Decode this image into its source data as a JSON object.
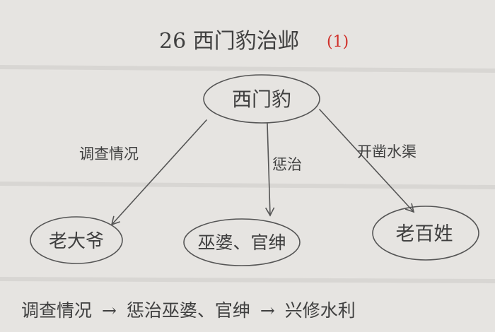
{
  "title": {
    "text": "26 西门豹治邺",
    "part": "(1)",
    "part_color": "#d0302a"
  },
  "nodes": {
    "center": "西门豹",
    "left": "老大爷",
    "middle": "巫婆、官绅",
    "right": "老百姓"
  },
  "edges": {
    "left": "调查情况",
    "middle": "惩治",
    "right": "开凿水渠"
  },
  "summary": {
    "step1": "调查情况",
    "arrow": "→",
    "step2": "惩治巫婆、官绅",
    "step3": "兴修水利"
  },
  "colors": {
    "paper": "#e6e4e1",
    "pencil": "#555555"
  }
}
